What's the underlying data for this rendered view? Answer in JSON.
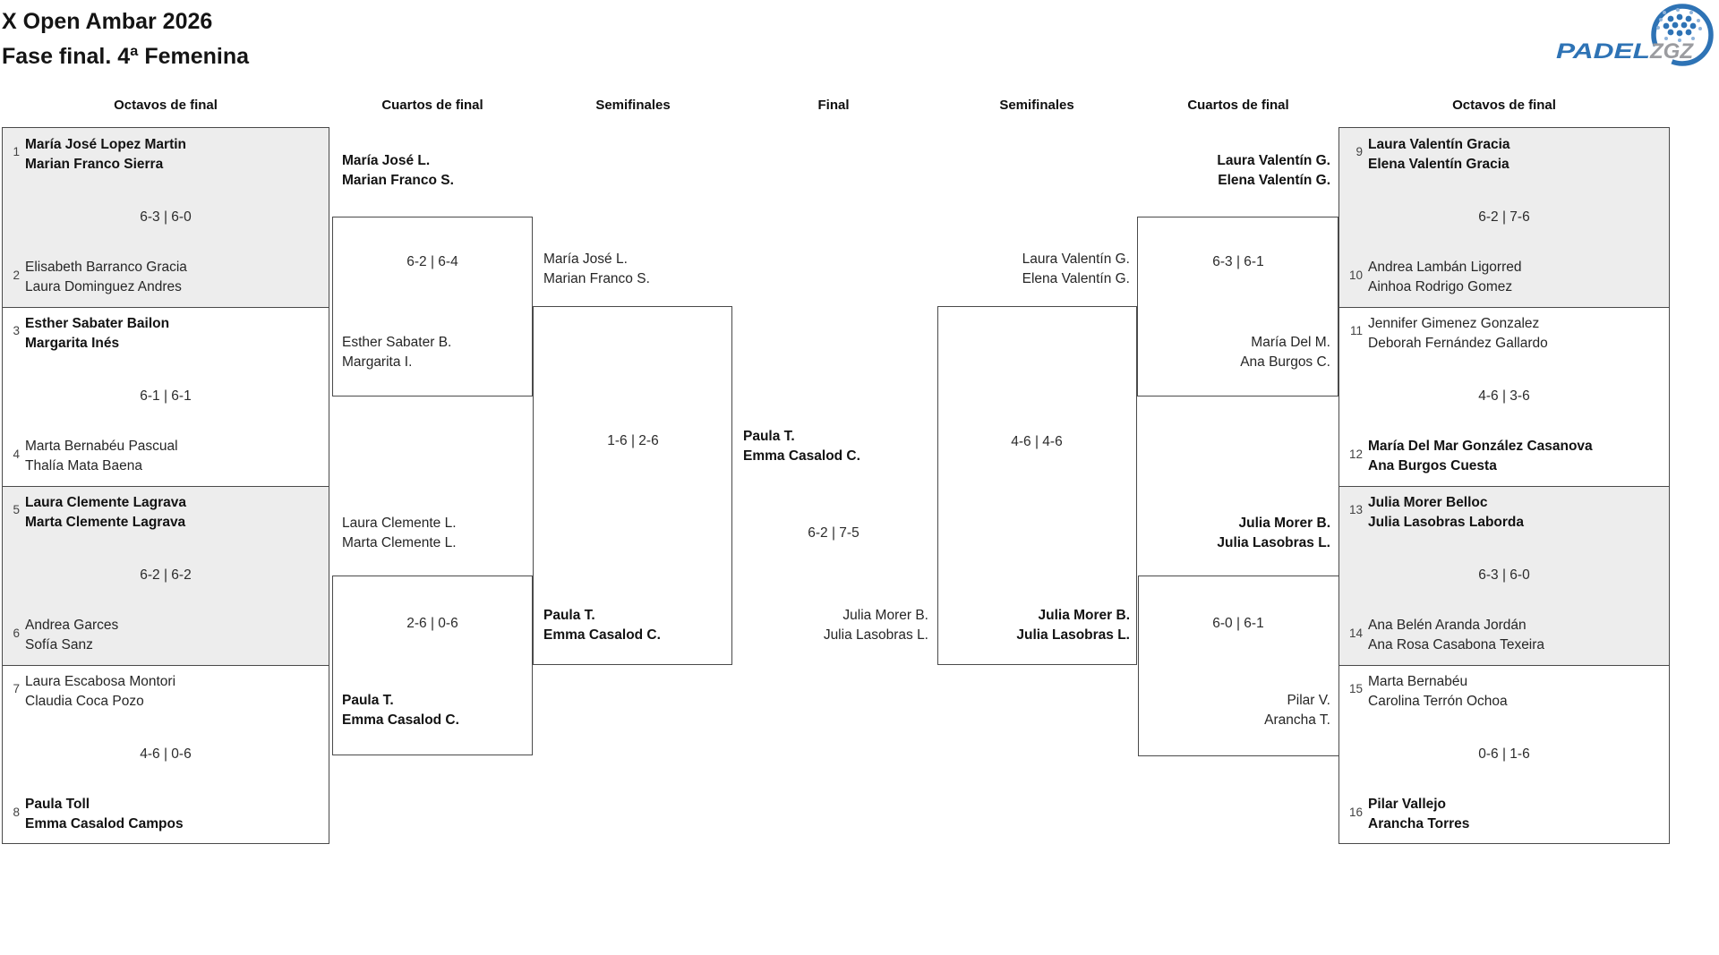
{
  "title": {
    "line1": "X Open Ambar 2026",
    "line2": "Fase final. 4ª Femenina"
  },
  "logo": {
    "padel": "PADEL",
    "zgz": "ZGZ"
  },
  "headers": {
    "r16_left": "Octavos de final",
    "qf_left": "Cuartos de final",
    "sf_left": "Semifinales",
    "final": "Final",
    "sf_right": "Semifinales",
    "qf_right": "Cuartos de final",
    "r16_right": "Octavos de final"
  },
  "colors": {
    "accent_blue": "#2e73b5",
    "logo_gray": "#9b9ca0",
    "match_fill_alt": "#ededed",
    "line": "#4a4a4a"
  },
  "bracket": {
    "r16_left": [
      {
        "seed1": "1",
        "team1": [
          "María José Lopez Martin",
          "Marian Franco Sierra"
        ],
        "winner1": true,
        "score": "6-3 | 6-0",
        "seed2": "2",
        "team2": [
          "Elisabeth Barranco Gracia",
          "Laura Dominguez Andres"
        ],
        "winner2": false
      },
      {
        "seed1": "3",
        "team1": [
          "Esther Sabater Bailon",
          "Margarita Inés"
        ],
        "winner1": true,
        "score": "6-1 | 6-1",
        "seed2": "4",
        "team2": [
          "Marta Bernabéu Pascual",
          "Thalía Mata Baena"
        ],
        "winner2": false
      },
      {
        "seed1": "5",
        "team1": [
          "Laura Clemente Lagrava",
          "Marta Clemente Lagrava"
        ],
        "winner1": true,
        "score": "6-2 | 6-2",
        "seed2": "6",
        "team2": [
          "Andrea Garces",
          "Sofía Sanz"
        ],
        "winner2": false
      },
      {
        "seed1": "7",
        "team1": [
          "Laura Escabosa Montori",
          "Claudia Coca Pozo"
        ],
        "winner1": false,
        "score": "4-6 | 0-6",
        "seed2": "8",
        "team2": [
          "Paula Toll",
          "Emma Casalod Campos"
        ],
        "winner2": true
      }
    ],
    "qf_left": [
      {
        "team1": [
          "María José L.",
          "Marian Franco S."
        ],
        "winner1": true,
        "score": "6-2 | 6-4",
        "team2": [
          "Esther Sabater B.",
          "Margarita I."
        ],
        "winner2": false
      },
      {
        "team1": [
          "Laura Clemente L.",
          "Marta Clemente L."
        ],
        "winner1": false,
        "score": "2-6 | 0-6",
        "team2": [
          "Paula T.",
          "Emma Casalod C."
        ],
        "winner2": true
      }
    ],
    "sf_left": {
      "team1": [
        "María José L.",
        "Marian Franco S."
      ],
      "winner1": false,
      "score": "1-6 | 2-6",
      "team2": [
        "Paula T.",
        "Emma Casalod C."
      ],
      "winner2": true
    },
    "final": {
      "team1": [
        "Paula T.",
        "Emma Casalod C."
      ],
      "winner1": true,
      "score": "6-2 | 7-5",
      "team2": [
        "Julia Morer B.",
        "Julia Lasobras L."
      ],
      "winner2": false
    },
    "sf_right": {
      "team1": [
        "Laura Valentín G.",
        "Elena Valentín G."
      ],
      "winner1": false,
      "score": "4-6 | 4-6",
      "team2": [
        "Julia Morer B.",
        "Julia Lasobras L."
      ],
      "winner2": true
    },
    "qf_right": [
      {
        "team1": [
          "Laura Valentín G.",
          "Elena Valentín G."
        ],
        "winner1": true,
        "score": "6-3 | 6-1",
        "team2": [
          "María Del M.",
          "Ana Burgos C."
        ],
        "winner2": false
      },
      {
        "team1": [
          "Julia Morer B.",
          "Julia Lasobras L."
        ],
        "winner1": true,
        "score": "6-0 | 6-1",
        "team2": [
          "Pilar V.",
          "Arancha T."
        ],
        "winner2": false
      }
    ],
    "r16_right": [
      {
        "seed1": "9",
        "team1": [
          "Laura Valentín Gracia",
          "Elena Valentín Gracia"
        ],
        "winner1": true,
        "score": "6-2 | 7-6",
        "seed2": "10",
        "team2": [
          "Andrea Lambán Ligorred",
          "Ainhoa Rodrigo Gomez"
        ],
        "winner2": false
      },
      {
        "seed1": "11",
        "team1": [
          "Jennifer Gimenez Gonzalez",
          "Deborah Fernández Gallardo"
        ],
        "winner1": false,
        "score": "4-6 | 3-6",
        "seed2": "12",
        "team2": [
          "María Del Mar González Casanova",
          "Ana Burgos Cuesta"
        ],
        "winner2": true
      },
      {
        "seed1": "13",
        "team1": [
          "Julia Morer Belloc",
          "Julia Lasobras Laborda"
        ],
        "winner1": true,
        "score": "6-3 | 6-0",
        "seed2": "14",
        "team2": [
          "Ana Belén Aranda Jordán",
          "Ana Rosa Casabona Texeira"
        ],
        "winner2": false
      },
      {
        "seed1": "15",
        "team1": [
          "Marta Bernabéu",
          "Carolina Terrón Ochoa"
        ],
        "winner1": false,
        "score": "0-6 | 1-6",
        "seed2": "16",
        "team2": [
          "Pilar Vallejo",
          "Arancha Torres"
        ],
        "winner2": true
      }
    ]
  }
}
